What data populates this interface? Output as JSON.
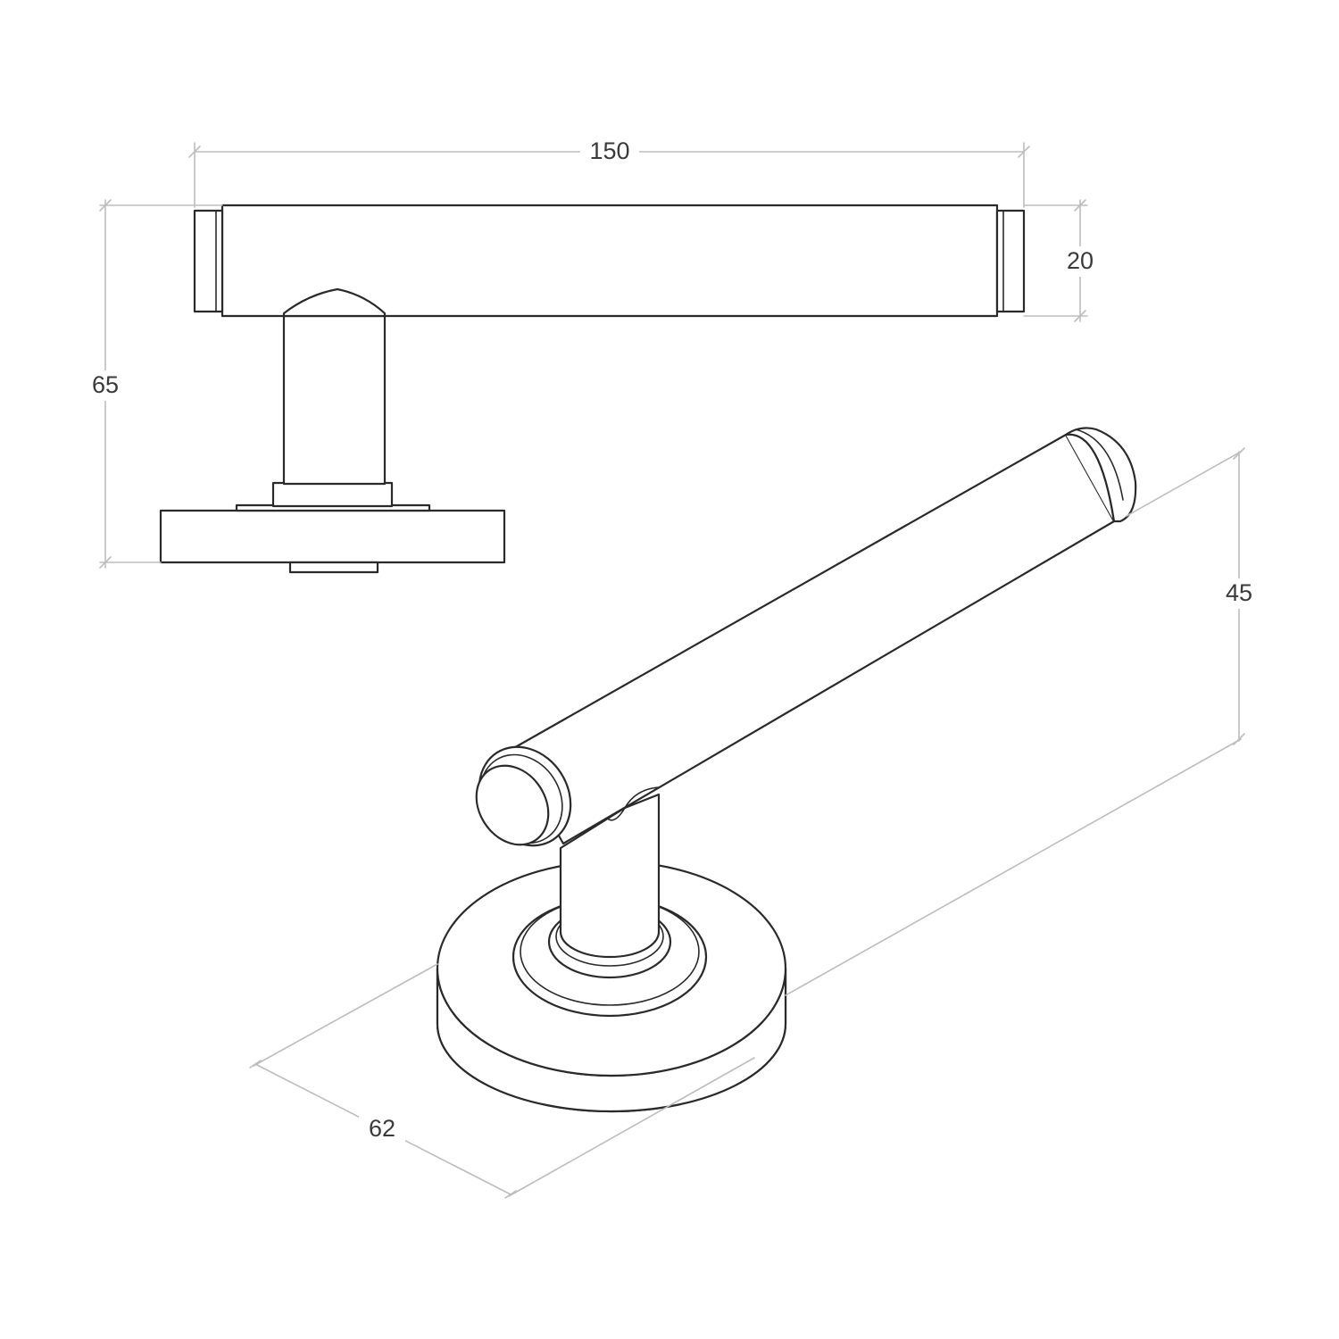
{
  "dimensions": {
    "width": "150",
    "height": "20",
    "overall_height": "65",
    "projection": "45",
    "rose_diameter": "62"
  },
  "colors": {
    "outline": "#2a2a2a",
    "dimension_line": "#bdbdbd",
    "dimension_text": "#3a3a3a",
    "background": "#ffffff"
  }
}
